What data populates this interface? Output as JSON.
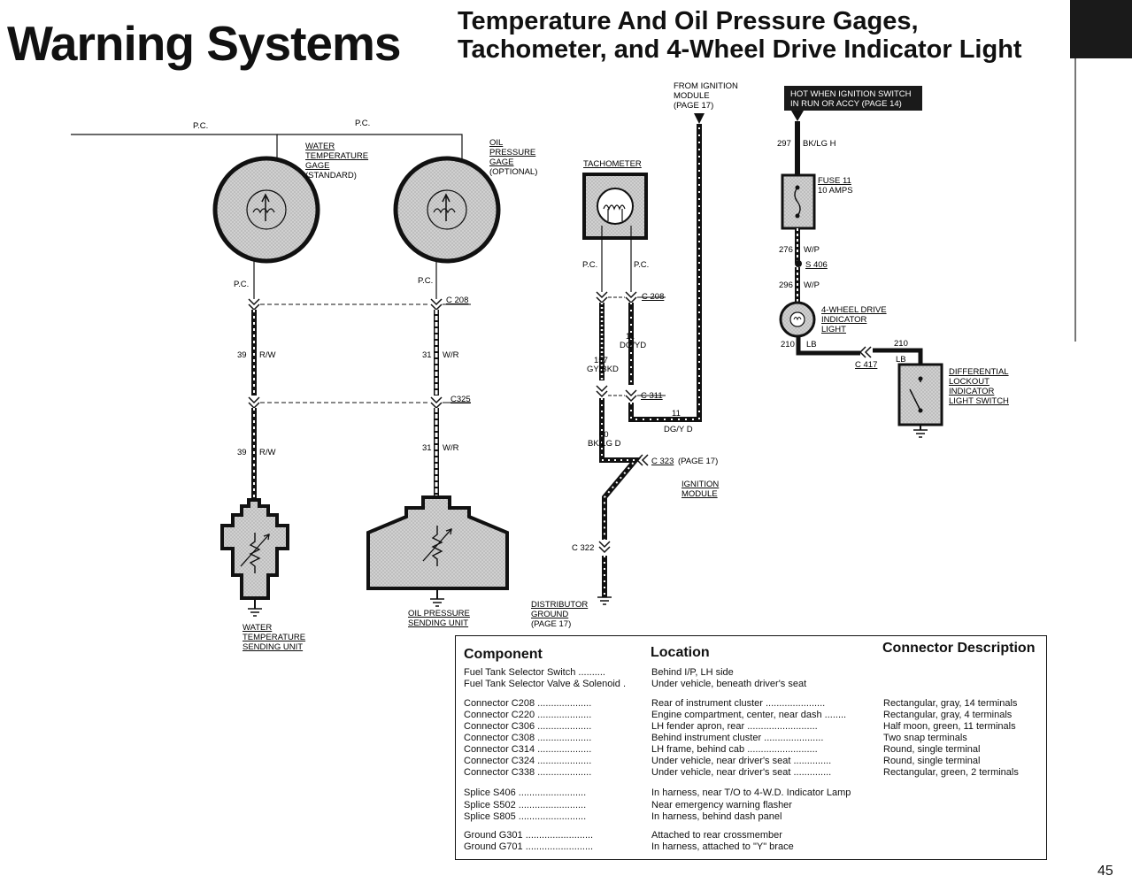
{
  "header": {
    "main_title": "Warning Systems",
    "subtitle_line1": "Temperature And Oil Pressure Gages,",
    "subtitle_line2": "Tachometer, and 4-Wheel Drive Indicator Light"
  },
  "page_number": "45",
  "diagram": {
    "pc": "P.C.",
    "water_gage": [
      "WATER",
      "TEMPERATURE",
      "GAGE",
      "(STANDARD)"
    ],
    "oil_gage": [
      "OIL",
      "PRESSURE",
      "GAGE",
      "(OPTIONAL)"
    ],
    "tachometer": "TACHOMETER",
    "from_ignition": [
      "FROM IGNITION",
      "MODULE",
      "(PAGE 17)"
    ],
    "hot_when": [
      "HOT WHEN IGNITION SWITCH",
      "IN RUN OR ACCY (PAGE 14)"
    ],
    "c208": "C 208",
    "c325": "C325",
    "c311": "C 311",
    "c323": "C 323",
    "c323_page": "(PAGE 17)",
    "c322": "C 322",
    "c417": "C 417",
    "circuit_39": "39",
    "color_rw": "R/W",
    "circuit_31": "31",
    "color_wr": "W/R",
    "circuit_11": "11",
    "color_dgyd": "DG/YD",
    "color_dgyd_spaced": "DG/Y D",
    "circuit_157": "157",
    "color_gybkd": "GY/BKD",
    "circuit_60": "60",
    "color_bklgd": "BK/LG D",
    "circuit_297": "297",
    "color_bklgh": "BK/LG H",
    "fuse": [
      "FUSE 11",
      "10 AMPS"
    ],
    "circuit_276": "276",
    "color_wp": "W/P",
    "splice": "S 406",
    "circuit_296": "296",
    "indicator": [
      "4-WHEEL DRIVE",
      "INDICATOR",
      "LIGHT"
    ],
    "circuit_210": "210",
    "color_lb": "LB",
    "diff_switch": [
      "DIFFERENTIAL",
      "LOCKOUT",
      "INDICATOR",
      "LIGHT SWITCH"
    ],
    "ignition_module": [
      "IGNITION",
      "MODULE"
    ],
    "water_sender": [
      "WATER",
      "TEMPERATURE",
      "SENDING UNIT"
    ],
    "oil_sender": [
      "OIL PRESSURE",
      "SENDING UNIT"
    ],
    "distributor": [
      "DISTRIBUTOR",
      "GROUND",
      "(PAGE 17)"
    ]
  },
  "table": {
    "headers": {
      "component": "Component",
      "location": "Location",
      "connector": "Connector Description"
    },
    "rows": [
      {
        "component": "Fuel Tank Selector Switch ..........",
        "location": "Behind I/P, LH side",
        "connector": ""
      },
      {
        "component": "Fuel Tank Selector Valve & Solenoid .",
        "location": "Under vehicle, beneath driver's seat",
        "connector": ""
      },
      {
        "component": "Connector C208 ....................",
        "location": "Rear of instrument cluster ......................",
        "connector": "Rectangular, gray, 14 terminals"
      },
      {
        "component": "Connector C220 ....................",
        "location": "Engine compartment, center, near dash ........",
        "connector": "Rectangular, gray, 4 terminals"
      },
      {
        "component": "Connector C306 ....................",
        "location": "LH fender apron, rear ..........................",
        "connector": "Half moon, green, 11 terminals"
      },
      {
        "component": "Connector C308 ....................",
        "location": "Behind instrument cluster ......................",
        "connector": "Two snap terminals"
      },
      {
        "component": "Connector C314 ....................",
        "location": "LH frame, behind cab ..........................",
        "connector": "Round, single terminal"
      },
      {
        "component": "Connector C324 ....................",
        "location": "Under vehicle, near driver's seat ..............",
        "connector": "Round, single terminal"
      },
      {
        "component": "Connector C338 ....................",
        "location": "Under vehicle, near driver's seat ..............",
        "connector": "Rectangular, green, 2 terminals"
      },
      {
        "component": "Splice S406 .........................",
        "location": "In harness, near T/O to 4-W.D. Indicator Lamp",
        "connector": ""
      },
      {
        "component": "Splice S502 .........................",
        "location": "Near emergency warning flasher",
        "connector": ""
      },
      {
        "component": "Splice S805 .........................",
        "location": "In harness, behind dash panel",
        "connector": ""
      },
      {
        "component": "Ground G301 .........................",
        "location": "Attached to rear crossmember",
        "connector": ""
      },
      {
        "component": "Ground G701 .........................",
        "location": "In harness, attached to \"Y\" brace",
        "connector": ""
      }
    ]
  }
}
